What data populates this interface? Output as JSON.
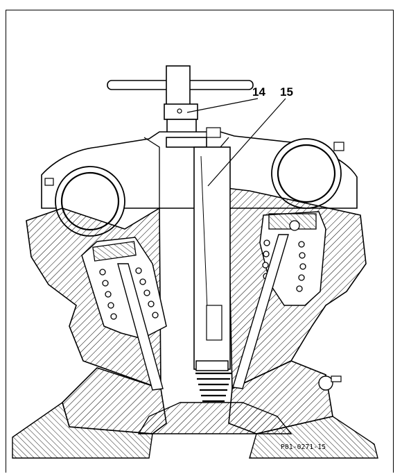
{
  "callouts": {
    "label_14": "14",
    "label_15": "15"
  },
  "figure_code": "P01-0271-15",
  "colors": {
    "line": "#000000",
    "background": "#ffffff"
  }
}
